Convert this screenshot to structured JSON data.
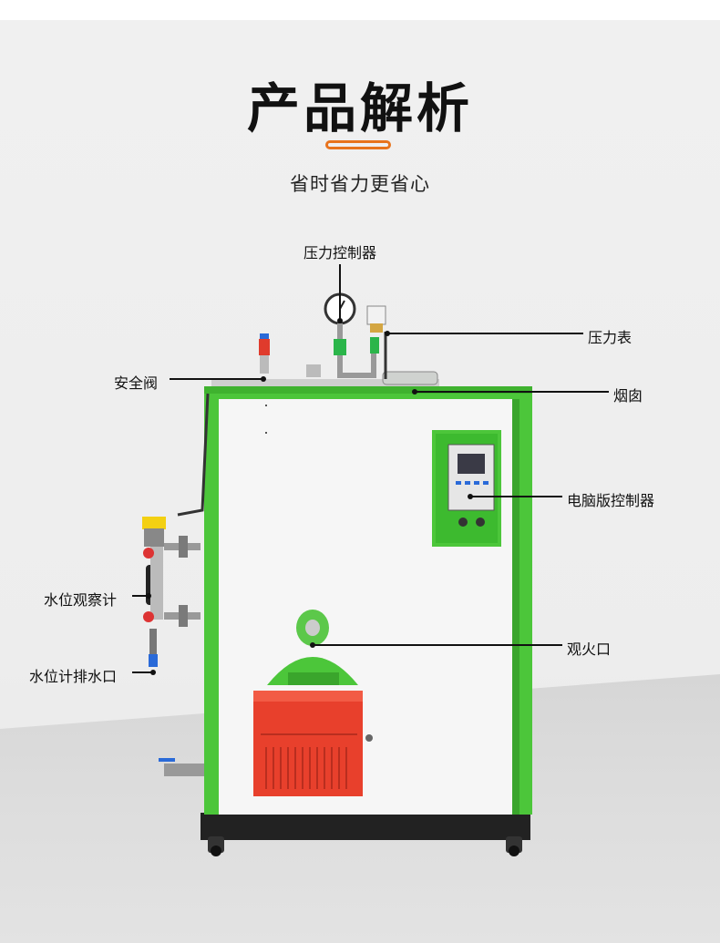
{
  "header": {
    "title": "产品解析",
    "subtitle": "省时省力更省心",
    "accent_color": "#e8731c"
  },
  "callouts": {
    "pressure_controller": "压力控制器",
    "pressure_gauge": "压力表",
    "safety_valve": "安全阀",
    "chimney": "烟囱",
    "computer_controller": "电脑版控制器",
    "water_level_gauge": "水位观察计",
    "water_level_drain": "水位计排水口",
    "observation_port": "观火口"
  },
  "colors": {
    "frame_green": "#4cc63a",
    "burner_red": "#e8402c",
    "panel_white": "#f7f7f7",
    "base_black": "#222222"
  }
}
